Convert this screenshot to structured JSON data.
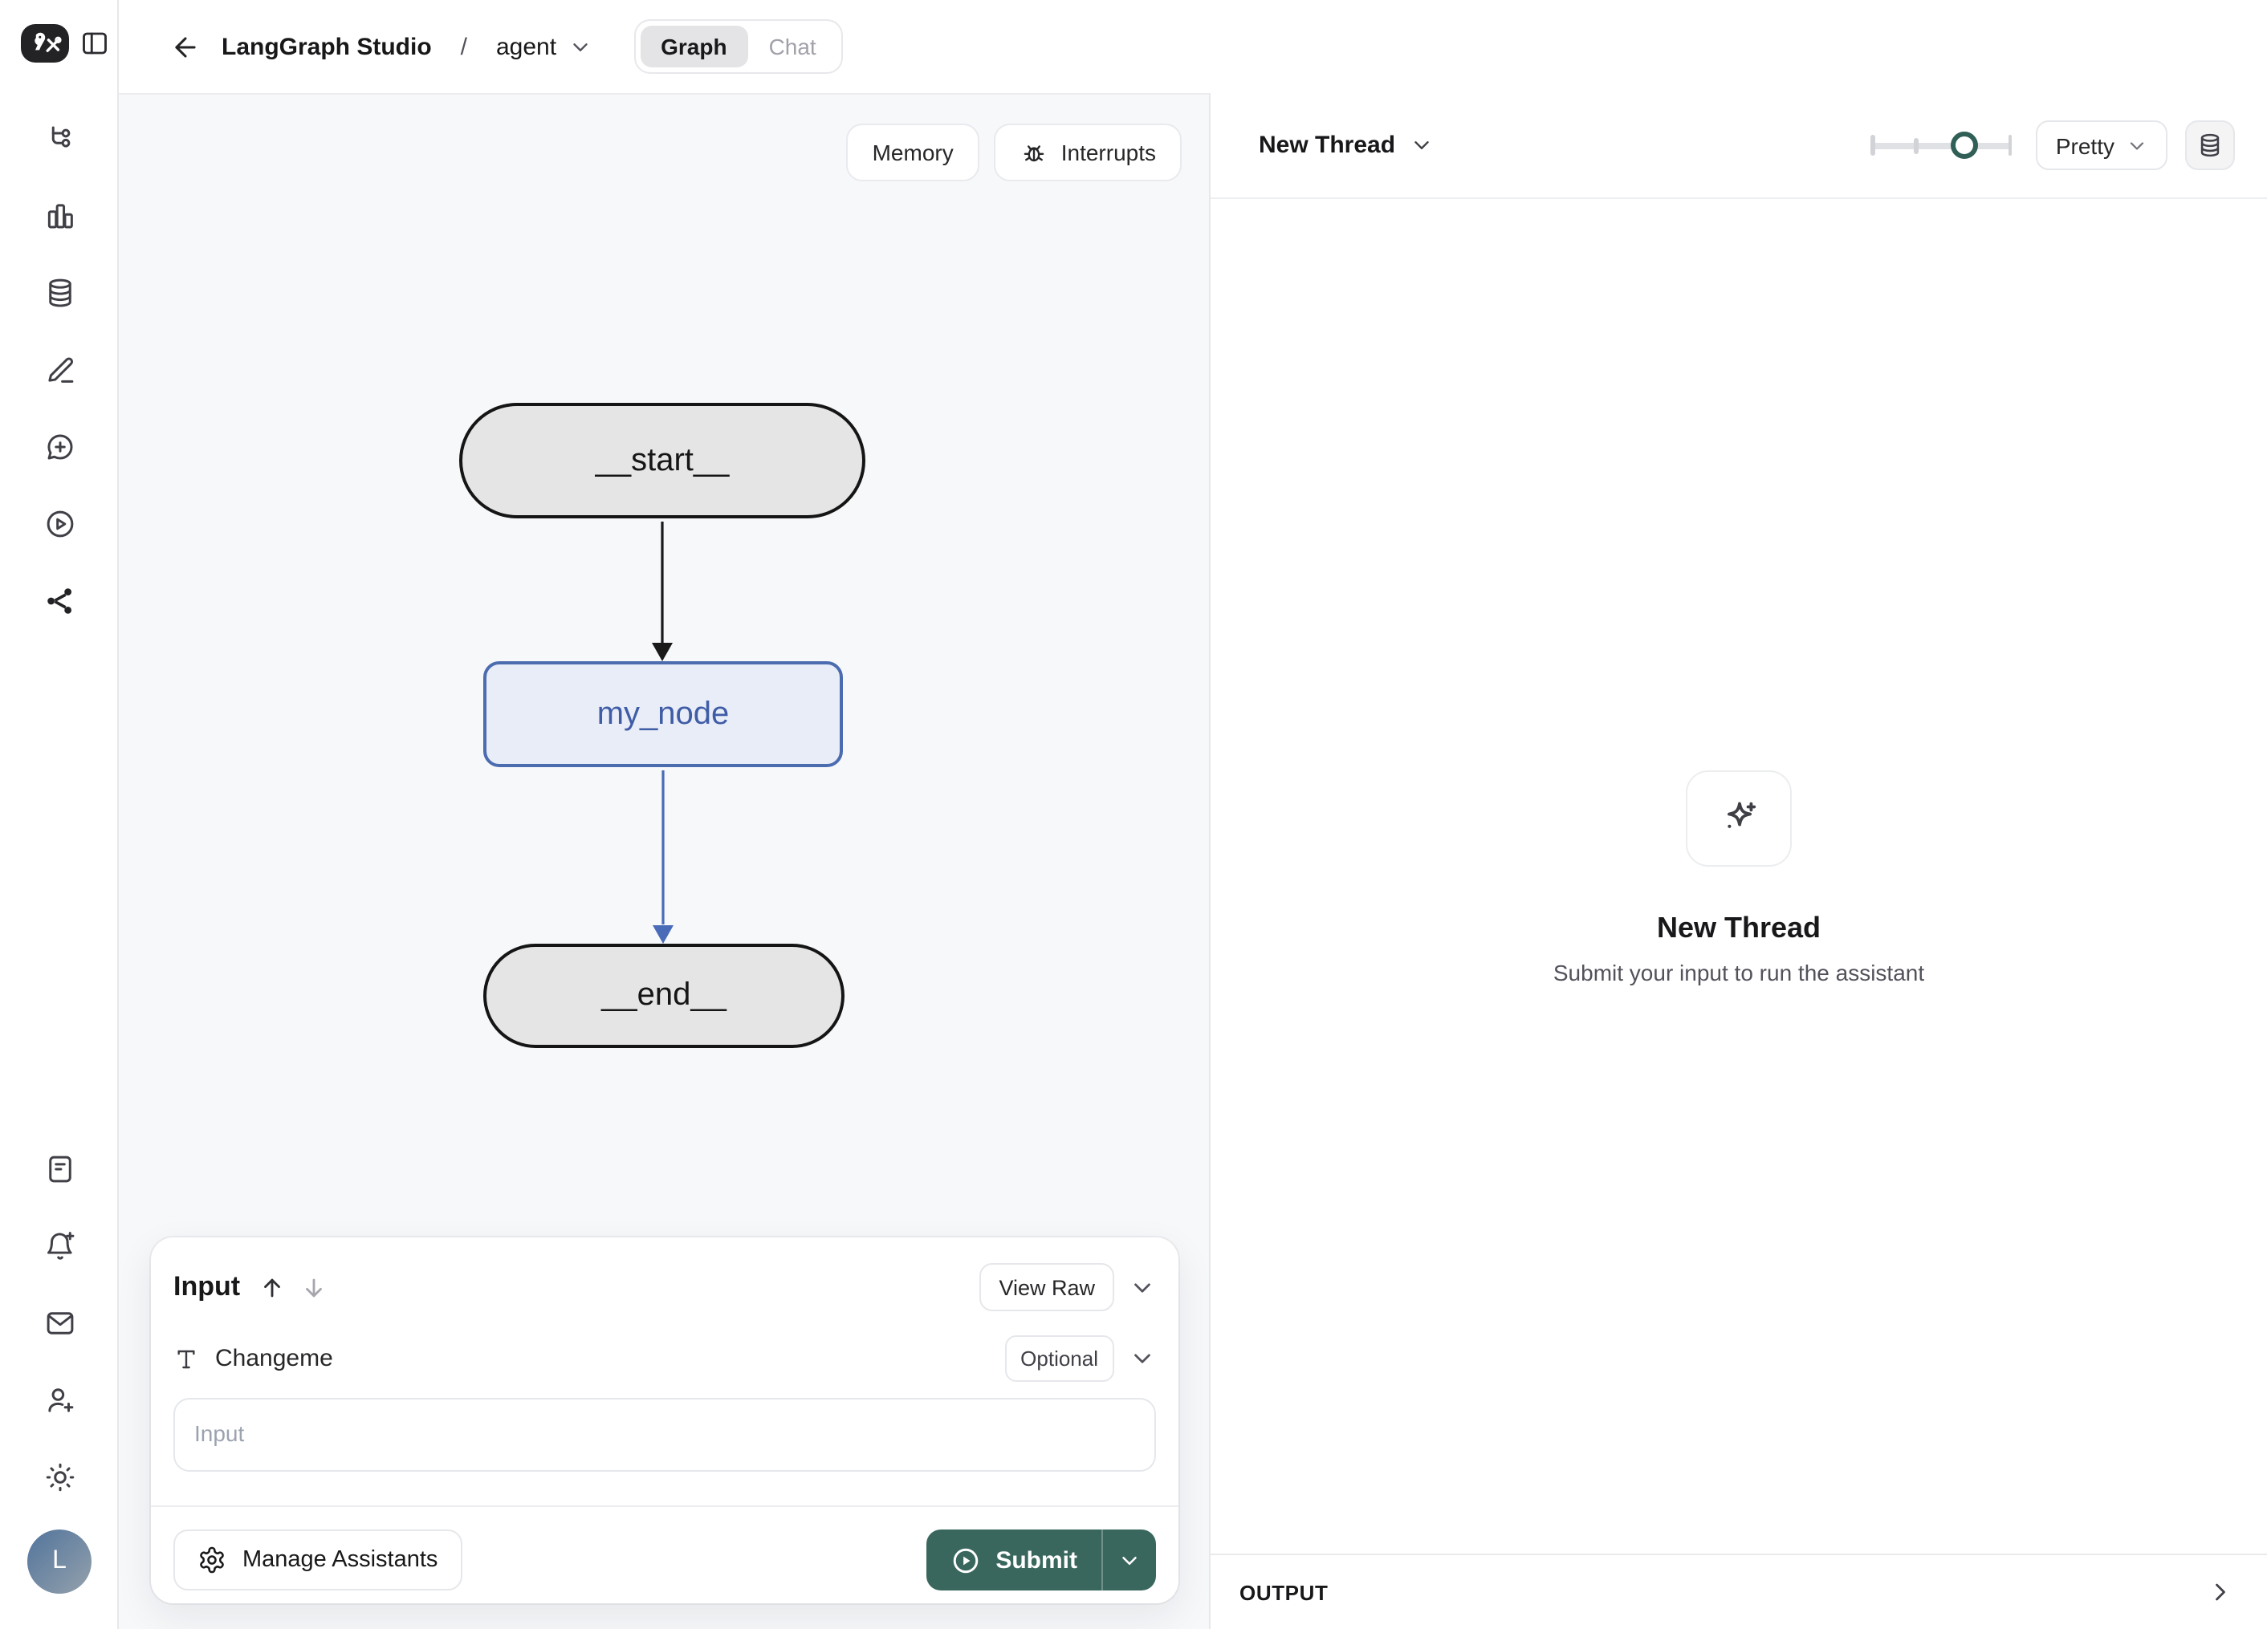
{
  "header": {
    "app_title": "LangGraph Studio",
    "breadcrumb_separator": "/",
    "project_name": "agent",
    "tabs": [
      {
        "label": "Graph",
        "active": true
      },
      {
        "label": "Chat",
        "active": false
      }
    ]
  },
  "canvas": {
    "toolbar": {
      "memory_label": "Memory",
      "interrupts_label": "Interrupts",
      "interrupts_icon": "bug-icon"
    },
    "graph": {
      "nodes": [
        {
          "id": "__start__",
          "label": "__start__",
          "type": "start"
        },
        {
          "id": "my_node",
          "label": "my_node",
          "type": "node"
        },
        {
          "id": "__end__",
          "label": "__end__",
          "type": "end"
        }
      ],
      "edges": [
        {
          "from": "__start__",
          "to": "my_node",
          "color": "#1a1a1a"
        },
        {
          "from": "my_node",
          "to": "__end__",
          "color": "#4a6cb8"
        }
      ]
    }
  },
  "input_panel": {
    "title": "Input",
    "view_raw_label": "View Raw",
    "field": {
      "label": "Changeme",
      "badge": "Optional",
      "placeholder": "Input",
      "value": "",
      "type_icon": "type-icon"
    },
    "manage_assistants_label": "Manage Assistants",
    "submit_label": "Submit"
  },
  "right_panel": {
    "thread_selector_label": "New Thread",
    "render_mode": "Pretty",
    "empty_state": {
      "icon": "sparkles-icon",
      "title": "New Thread",
      "subtitle": "Submit your input to run the assistant"
    },
    "output_label": "OUTPUT"
  },
  "sidebar": {
    "icons_top": [
      "graph-icon",
      "bar-chart-icon",
      "database-icon",
      "edit-icon",
      "message-plus-icon",
      "play-circle-icon",
      "share-network-icon"
    ],
    "icons_bottom": [
      "file-text-icon",
      "bell-plus-icon",
      "mail-icon",
      "user-plus-icon",
      "sun-icon"
    ],
    "avatar_initial": "L"
  },
  "colors": {
    "canvas_bg": "#f7f8fa",
    "accent_blue": "#4a6cb8",
    "node_blue_fill": "#e9edf7",
    "node_blue_border": "#4c6cb0",
    "node_gray_fill": "#e5e5e6",
    "submit_teal": "#3a675d",
    "slider_knob_teal": "#2f5f56"
  }
}
